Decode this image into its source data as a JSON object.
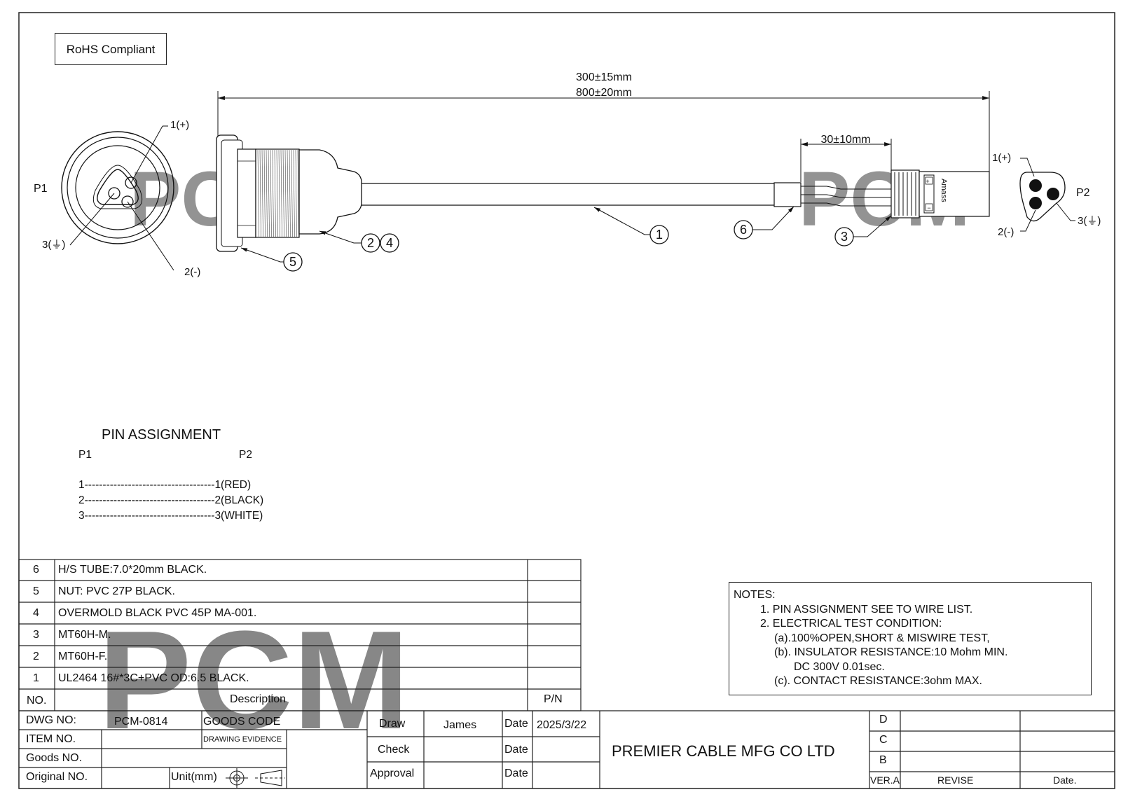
{
  "rohs_label": "RoHS Compliant",
  "dimensions": {
    "overall_a": "300±15mm",
    "overall_b": "800±20mm",
    "strip": "30±10mm"
  },
  "p1": {
    "label": "P1",
    "pin1": "1(+)",
    "pin2": "2(-)",
    "pin3": "3(⏚)"
  },
  "p2": {
    "label": "P2",
    "pin1": "1(+)",
    "pin2": "2(-)",
    "pin3": "3(⏚)",
    "brand": "Amass"
  },
  "balloons": {
    "b1": "1",
    "b2": "2",
    "b3": "3",
    "b4": "4",
    "b5": "5",
    "b6": "6"
  },
  "watermark": "PCM",
  "pin_assignment": {
    "title": "PIN ASSIGNMENT",
    "col_p1": "P1",
    "col_p2": "P2",
    "rows": [
      "1------------------------------------1(RED)",
      "2------------------------------------2(BLACK)",
      "3------------------------------------3(WHITE)"
    ]
  },
  "bom": {
    "rows": [
      {
        "no": "6",
        "desc": "H/S TUBE:7.0*20mm BLACK.",
        "pn": ""
      },
      {
        "no": "5",
        "desc": "NUT: PVC 27P BLACK.",
        "pn": ""
      },
      {
        "no": "4",
        "desc": "OVERMOLD BLACK PVC 45P MA-001.",
        "pn": ""
      },
      {
        "no": "3",
        "desc": "MT60H-M.",
        "pn": ""
      },
      {
        "no": "2",
        "desc": "MT60H-F.",
        "pn": ""
      },
      {
        "no": "1",
        "desc": "UL2464 16#*3C+PVC OD:6.5 BLACK.",
        "pn": ""
      }
    ],
    "header_no": "NO.",
    "header_desc": "Description",
    "header_pn": "P/N"
  },
  "notes": {
    "title": "NOTES:",
    "lines": [
      "1. PIN ASSIGNMENT SEE TO WIRE LIST.",
      "2. ELECTRICAL TEST CONDITION:",
      "(a).100%OPEN,SHORT & MISWIRE TEST,",
      "(b). INSULATOR RESISTANCE:10 Mohm MIN.",
      "DC 300V 0.01sec.",
      "(c). CONTACT RESISTANCE:3ohm MAX."
    ]
  },
  "title_block": {
    "dwg_no_label": "DWG NO:",
    "dwg_no": "PCM-0814",
    "goods_code_label": "GOODS CODE",
    "item_no_label": "ITEM NO.",
    "drawing_evidence": "DRAWING EVIDENCE",
    "goods_no_label": "Goods NO.",
    "original_no_label": "Original NO.",
    "unit_label": "Unit(mm)",
    "draw_label": "Draw",
    "draw_name": "James",
    "check_label": "Check",
    "approval_label": "Approval",
    "date_label": "Date",
    "draw_date": "2025/3/22",
    "company": "PREMIER CABLE MFG CO LTD",
    "rev_d": "D",
    "rev_c": "C",
    "rev_b": "B",
    "ver": "VER.A",
    "revise": "REVISE",
    "date_col": "Date."
  }
}
